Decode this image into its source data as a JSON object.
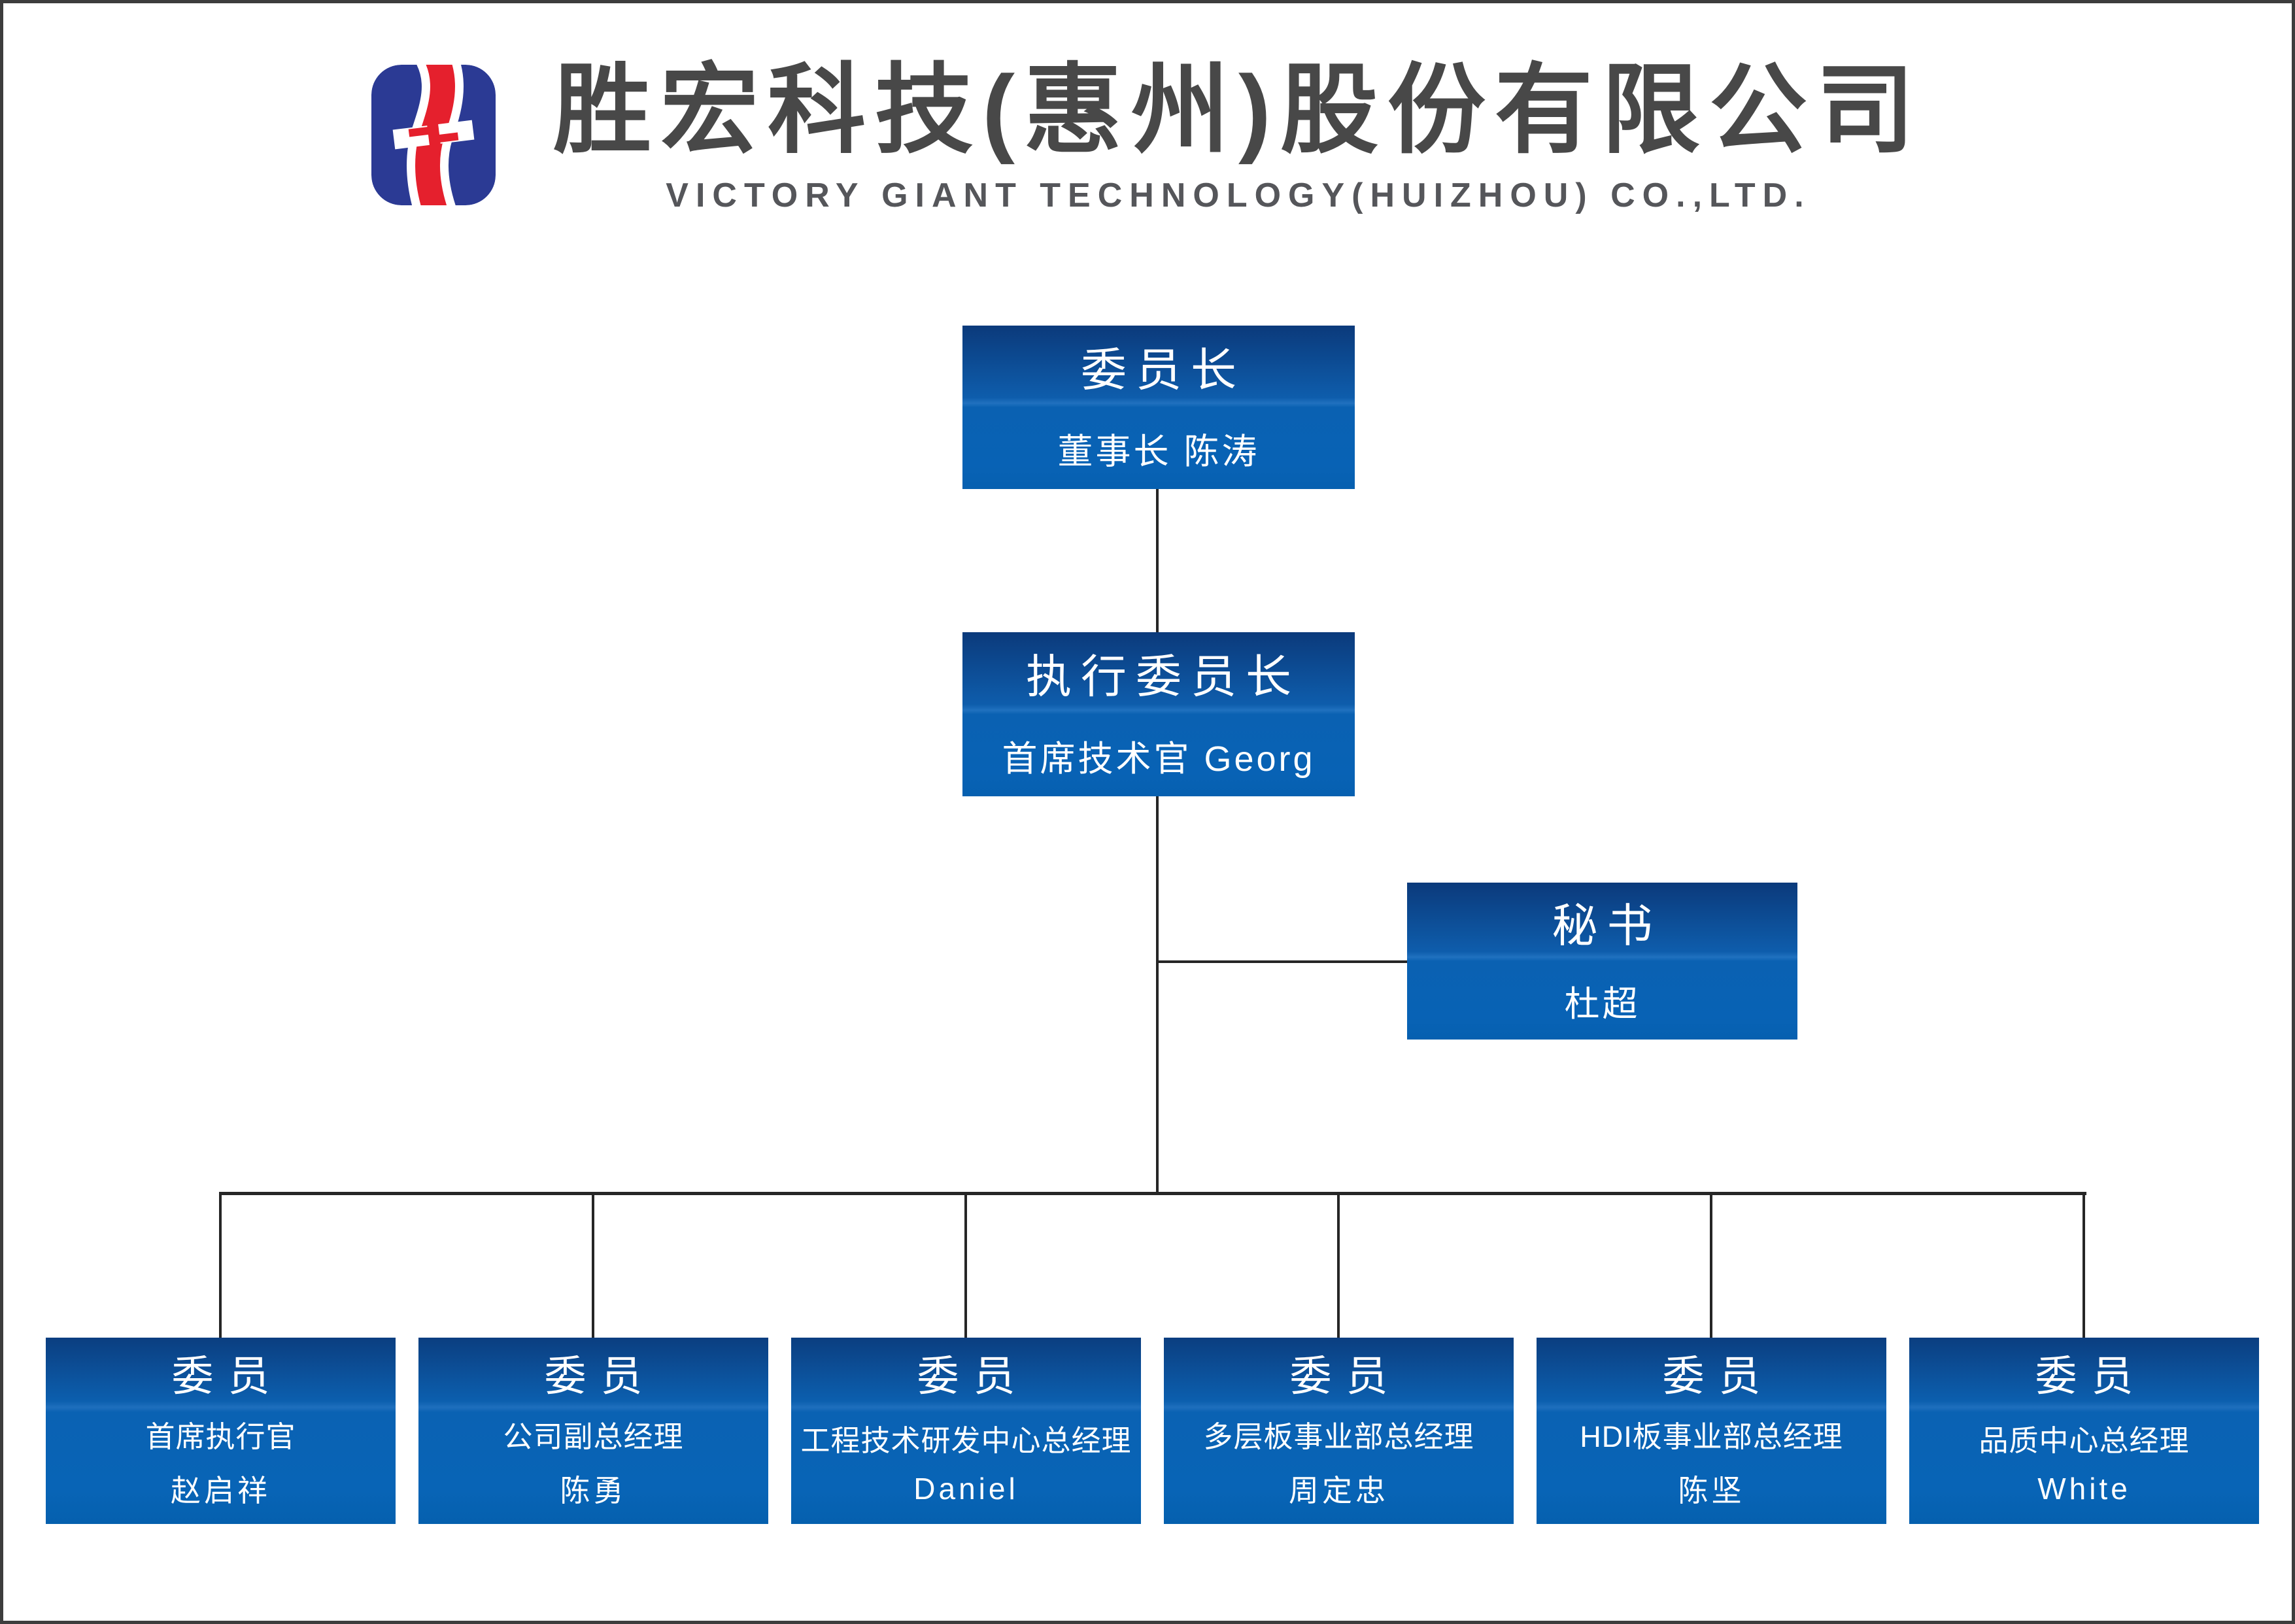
{
  "header": {
    "company_name_zh": "胜宏科技(惠州)股份有限公司",
    "company_name_en": "VICTORY GIANT TECHNOLOGY(HUIZHOU) CO.,LTD.",
    "logo_icon": "victory-giant-logo"
  },
  "palette": {
    "logo_blue": "#2b3a94",
    "logo_red": "#e5202d",
    "header_text": "#484848",
    "header_subtext": "#55565a",
    "box_gradient_top": "#0b3a7b",
    "box_gradient_mid": "#0e5dac",
    "box_seam_highlight": "#2071bf",
    "box_gradient_bottom": "#0660b0",
    "box_text": "#ffffff",
    "connector": "#262626",
    "page_border": "#3d3d3d",
    "background": "#ffffff"
  },
  "org": {
    "chairman": {
      "title": "委员长",
      "subtitle": "董事长 陈涛"
    },
    "executive_chairman": {
      "title": "执行委员长",
      "subtitle": "首席技术官 Georg"
    },
    "secretary": {
      "title": "秘书",
      "name": "杜超"
    },
    "members": [
      {
        "title": "委员",
        "role": "首席执行官",
        "name": "赵启祥"
      },
      {
        "title": "委员",
        "role": "公司副总经理",
        "name": "陈勇"
      },
      {
        "title": "委员",
        "role": "工程技术研发中心总经理",
        "name": "Daniel"
      },
      {
        "title": "委员",
        "role": "多层板事业部总经理",
        "name": "周定忠"
      },
      {
        "title": "委员",
        "role": "HDI板事业部总经理",
        "name": "陈坚"
      },
      {
        "title": "委员",
        "role": "品质中心总经理",
        "name": "White"
      }
    ]
  }
}
